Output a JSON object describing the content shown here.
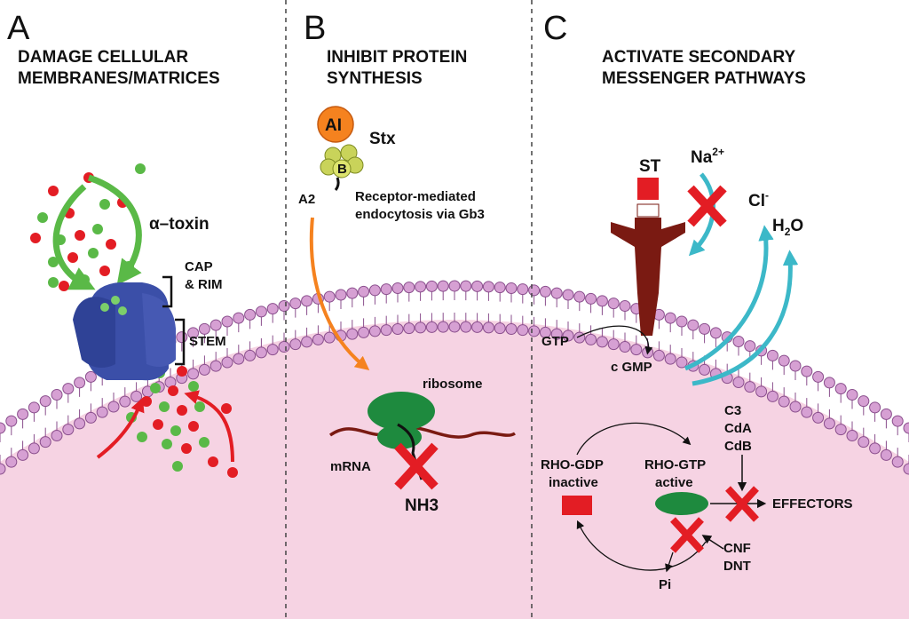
{
  "panels": [
    {
      "letter": "A",
      "title_line1": "DAMAGE CELLULAR",
      "title_line2": "MEMBRANES/MATRICES"
    },
    {
      "letter": "B",
      "title_line1": "INHIBIT PROTEIN",
      "title_line2": "SYNTHESIS"
    },
    {
      "letter": "C",
      "title_line1": "ACTIVATE SECONDARY",
      "title_line2": "MESSENGER PATHWAYS"
    }
  ],
  "labels": {
    "alpha_toxin": "α–toxin",
    "cap": "CAP",
    "rim": "& RIM",
    "stem": "STEM",
    "ai": "AI",
    "b": "B",
    "stx": "Stx",
    "a2": "A2",
    "receptor_line1": "Receptor-mediated",
    "receptor_line2": "endocytosis via Gb3",
    "ribosome": "ribosome",
    "mrna": "mRNA",
    "nh3": "NH3",
    "st": "ST",
    "na": "Na",
    "na_sup": "2+",
    "cl": "Cl",
    "cl_sup": "-",
    "h2o": "H",
    "h2o_sub": "2",
    "h2o_end": "O",
    "gtp": "GTP",
    "cgmp": "c GMP",
    "c3": "C3",
    "cda": "CdA",
    "cdb": "CdB",
    "rho_gdp_line1": "RHO-GDP",
    "rho_gdp_line2": "inactive",
    "rho_gtp_line1": "RHO-GTP",
    "rho_gtp_line2": "active",
    "effectors": "EFFECTORS",
    "cnf": "CNF",
    "dnt": "DNT",
    "pi": "Pi"
  },
  "colors": {
    "cytoplasm": "#f6d3e3",
    "membrane_head": "#d6a0d3",
    "membrane_stroke": "#8a4f8d",
    "toxin_blue": "#3b4fa8",
    "green": "#2b9a4b",
    "red": "#e31d24",
    "orange": "#f5821f",
    "cyan": "#3cb8c8",
    "dark_red": "#7a1a12"
  }
}
